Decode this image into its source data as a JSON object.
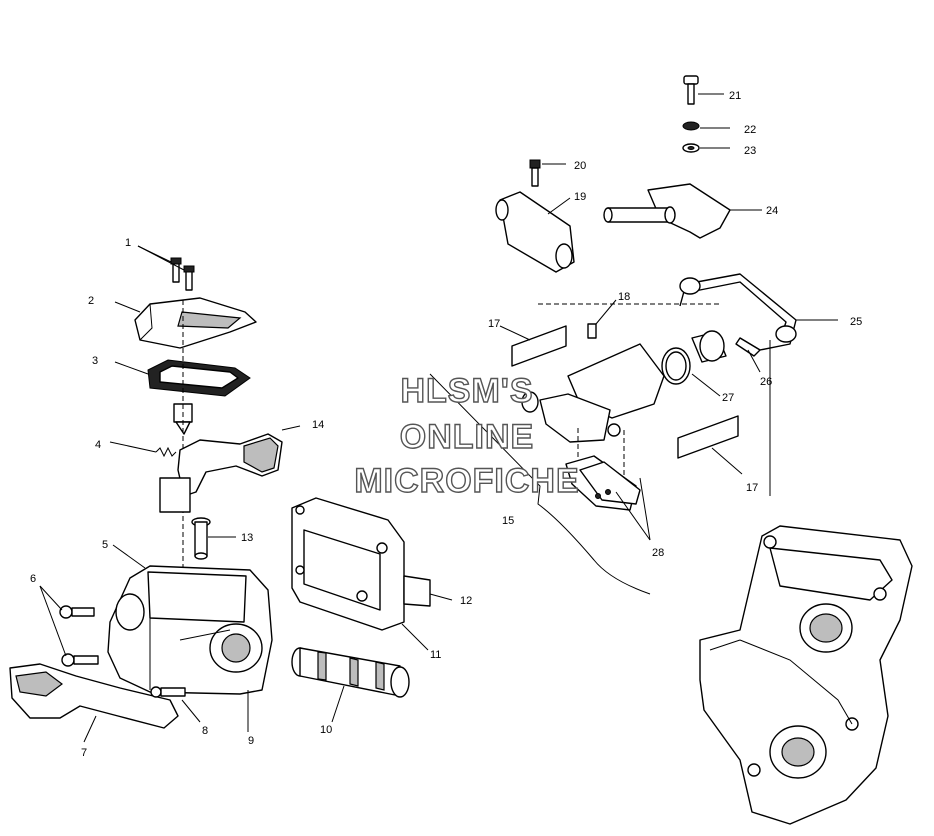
{
  "callouts": [
    "1",
    "2",
    "3",
    "4",
    "5",
    "6",
    "7",
    "8",
    "9",
    "10",
    "11",
    "12",
    "13",
    "14",
    "15",
    "17",
    "17",
    "18",
    "19",
    "20",
    "21",
    "22",
    "23",
    "24",
    "25",
    "26",
    "27",
    "28"
  ],
  "watermark": {
    "line1": "HLSM'S",
    "line2": "ONLINE",
    "line3": "MICROFICHE"
  }
}
